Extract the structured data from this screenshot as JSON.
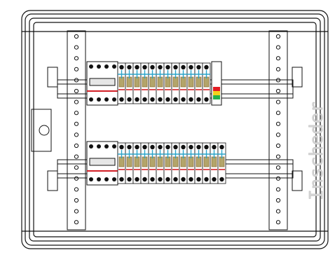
{
  "watermark": {
    "text": "Inscheder"
  },
  "colors": {
    "line": "#111111",
    "wire_blue": "#2aa3c9",
    "wire_red": "#d21f26",
    "wire_brown": "#8a6a2e",
    "wire_olive": "#b3a56a",
    "indicator_green": "#24b04b",
    "indicator_yellow": "#f2d21b",
    "indicator_red": "#e31b23"
  },
  "rows": [
    {
      "terminals": 12,
      "device_type": "upper-row"
    },
    {
      "terminals": 14,
      "device_type": "lower-row"
    }
  ]
}
